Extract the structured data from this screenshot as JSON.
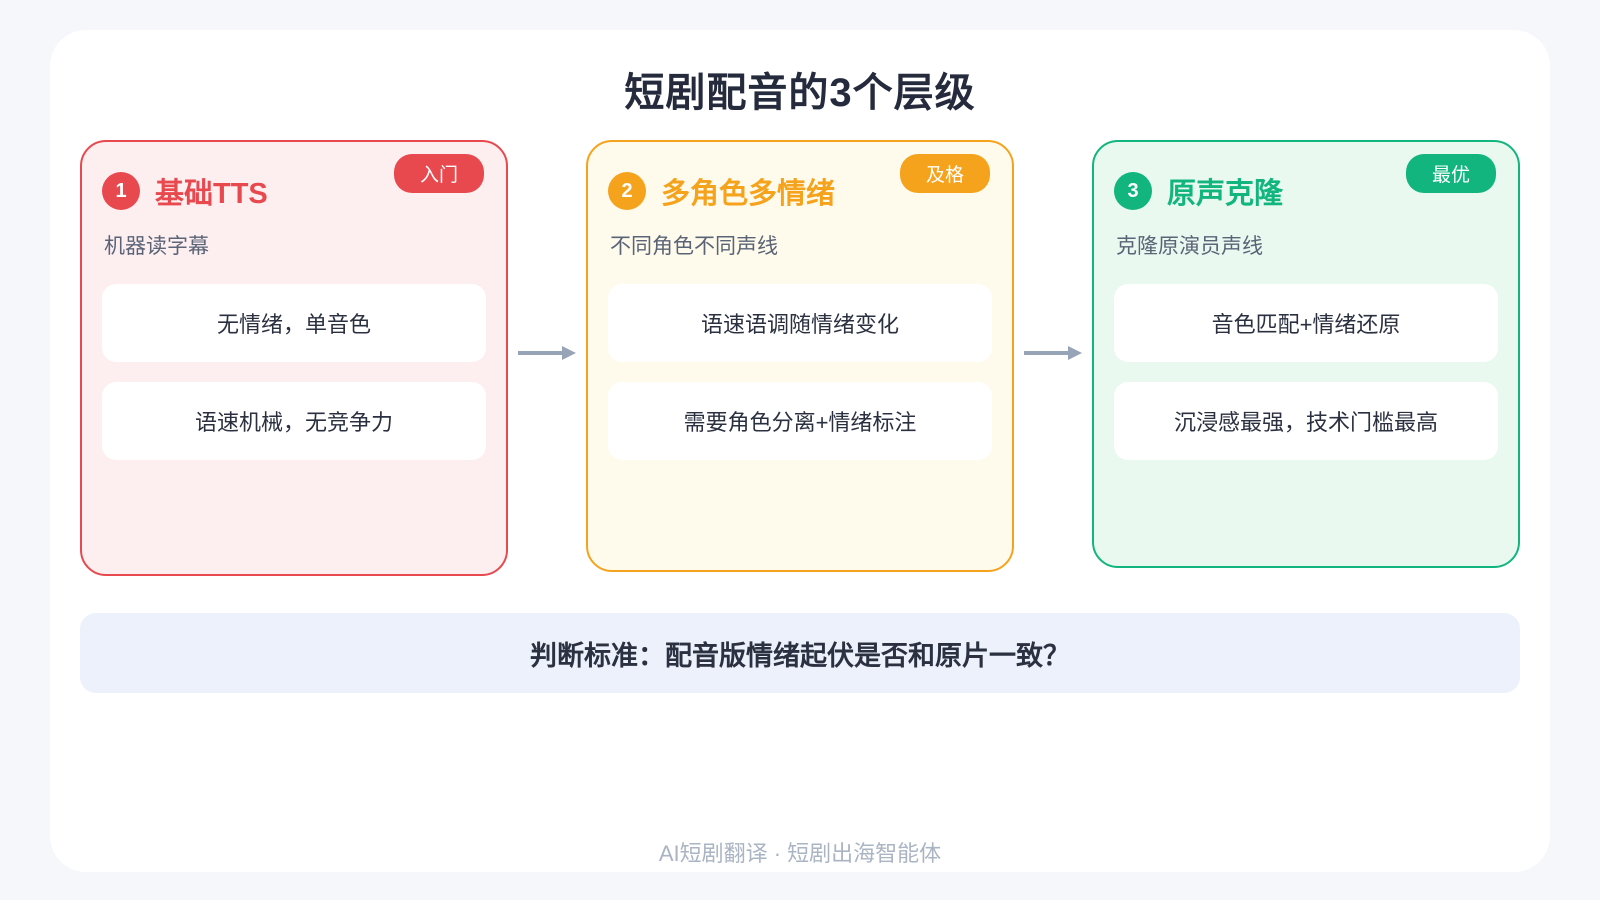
{
  "page": {
    "title": "短剧配音的3个层级",
    "banner": "判断标准：配音版情绪起伏是否和原片一致？",
    "footer": "AI短剧翻译 · 短剧出海智能体"
  },
  "cards": [
    {
      "number": "1",
      "title": "基础TTS",
      "badge": "入门",
      "subtitle": "机器读字幕",
      "items": [
        "无情绪，单音色",
        "语速机械，无竞争力"
      ],
      "accent_color": "#e8494f",
      "bg_color": "#fdeff0"
    },
    {
      "number": "2",
      "title": "多角色多情绪",
      "badge": "及格",
      "subtitle": "不同角色不同声线",
      "items": [
        "语速语调随情绪变化",
        "需要角色分离+情绪标注"
      ],
      "accent_color": "#f5a31d",
      "bg_color": "#fffbec"
    },
    {
      "number": "3",
      "title": "原声克隆",
      "badge": "最优",
      "subtitle": "克隆原演员声线",
      "items": [
        "音色匹配+情绪还原",
        "沉浸感最强，技术门槛最高"
      ],
      "accent_color": "#12b57e",
      "bg_color": "#e9f9f0"
    }
  ],
  "colors": {
    "page_background": "#f5f7fb",
    "container_background": "#ffffff",
    "title_text": "#252b3c",
    "subtitle_text": "#5b6477",
    "item_text": "#2b3040",
    "banner_background": "#edf1fc",
    "banner_text": "#2b3140",
    "arrow": "#97a4b8",
    "footer_text": "#aab4c3"
  }
}
